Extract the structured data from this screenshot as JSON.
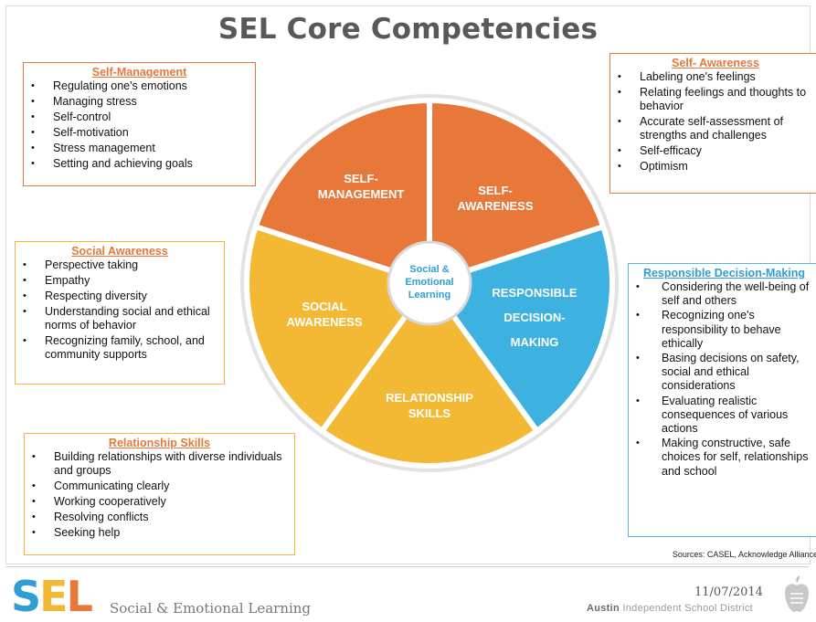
{
  "title": "SEL Core Competencies",
  "colors": {
    "orange": "#e8773a",
    "yellow": "#f3b935",
    "blue": "#3db1df",
    "center_text": "#2f9ed3"
  },
  "wheel": {
    "center_label": [
      "Social &",
      "Emotional",
      "Learning"
    ],
    "segments": [
      {
        "id": "self-management",
        "lines": [
          "SELF-",
          "MANAGEMENT"
        ],
        "color": "#e8773a"
      },
      {
        "id": "self-awareness",
        "lines": [
          "SELF-",
          "AWARENESS"
        ],
        "color": "#e8773a"
      },
      {
        "id": "responsible-decision-making",
        "lines": [
          "RESPONSIBLE",
          "DECISION-",
          "MAKING"
        ],
        "color": "#3db1df"
      },
      {
        "id": "relationship-skills",
        "lines": [
          "RELATIONSHIP",
          "SKILLS"
        ],
        "color": "#f3b935"
      },
      {
        "id": "social-awareness",
        "lines": [
          "SOCIAL",
          "AWARENESS"
        ],
        "color": "#f3b935"
      }
    ]
  },
  "boxes": {
    "self_management": {
      "heading": "Self-Management",
      "items": [
        "Regulating one's emotions",
        "Managing stress",
        "Self-control",
        "Self-motivation",
        "Stress management",
        "Setting and achieving goals"
      ]
    },
    "self_awareness": {
      "heading": "Self- Awareness",
      "items": [
        "Labeling one's feelings",
        "Relating feelings and thoughts to behavior",
        "Accurate self-assessment of strengths and challenges",
        "Self-efficacy",
        "Optimism"
      ]
    },
    "social_awareness": {
      "heading": "Social Awareness",
      "items": [
        "Perspective taking",
        "Empathy",
        "Respecting diversity",
        "Understanding social and ethical norms of behavior",
        "Recognizing family, school, and community supports"
      ]
    },
    "relationship_skills": {
      "heading": "Relationship Skills",
      "items": [
        "Building relationships with diverse individuals and groups",
        "Communicating clearly",
        "Working cooperatively",
        "Resolving conflicts",
        "Seeking help"
      ]
    },
    "responsible": {
      "heading": "Responsible Decision-Making",
      "items": [
        "Considering the well-being of self and others",
        "Recognizing one's responsibility to behave ethically",
        "Basing decisions on safety, social and ethical considerations",
        "Evaluating realistic consequences of various actions",
        "Making constructive, safe choices for self, relationships and school"
      ]
    }
  },
  "source": "Sources: CASEL, Acknowledge Alliance",
  "footer": {
    "logo": {
      "s": "S",
      "e": "E",
      "l": "L"
    },
    "tagline": "Social & Emotional Learning",
    "date": "11/07/2014",
    "district_bold": "Austin",
    "district_rest": "Independent School District"
  }
}
